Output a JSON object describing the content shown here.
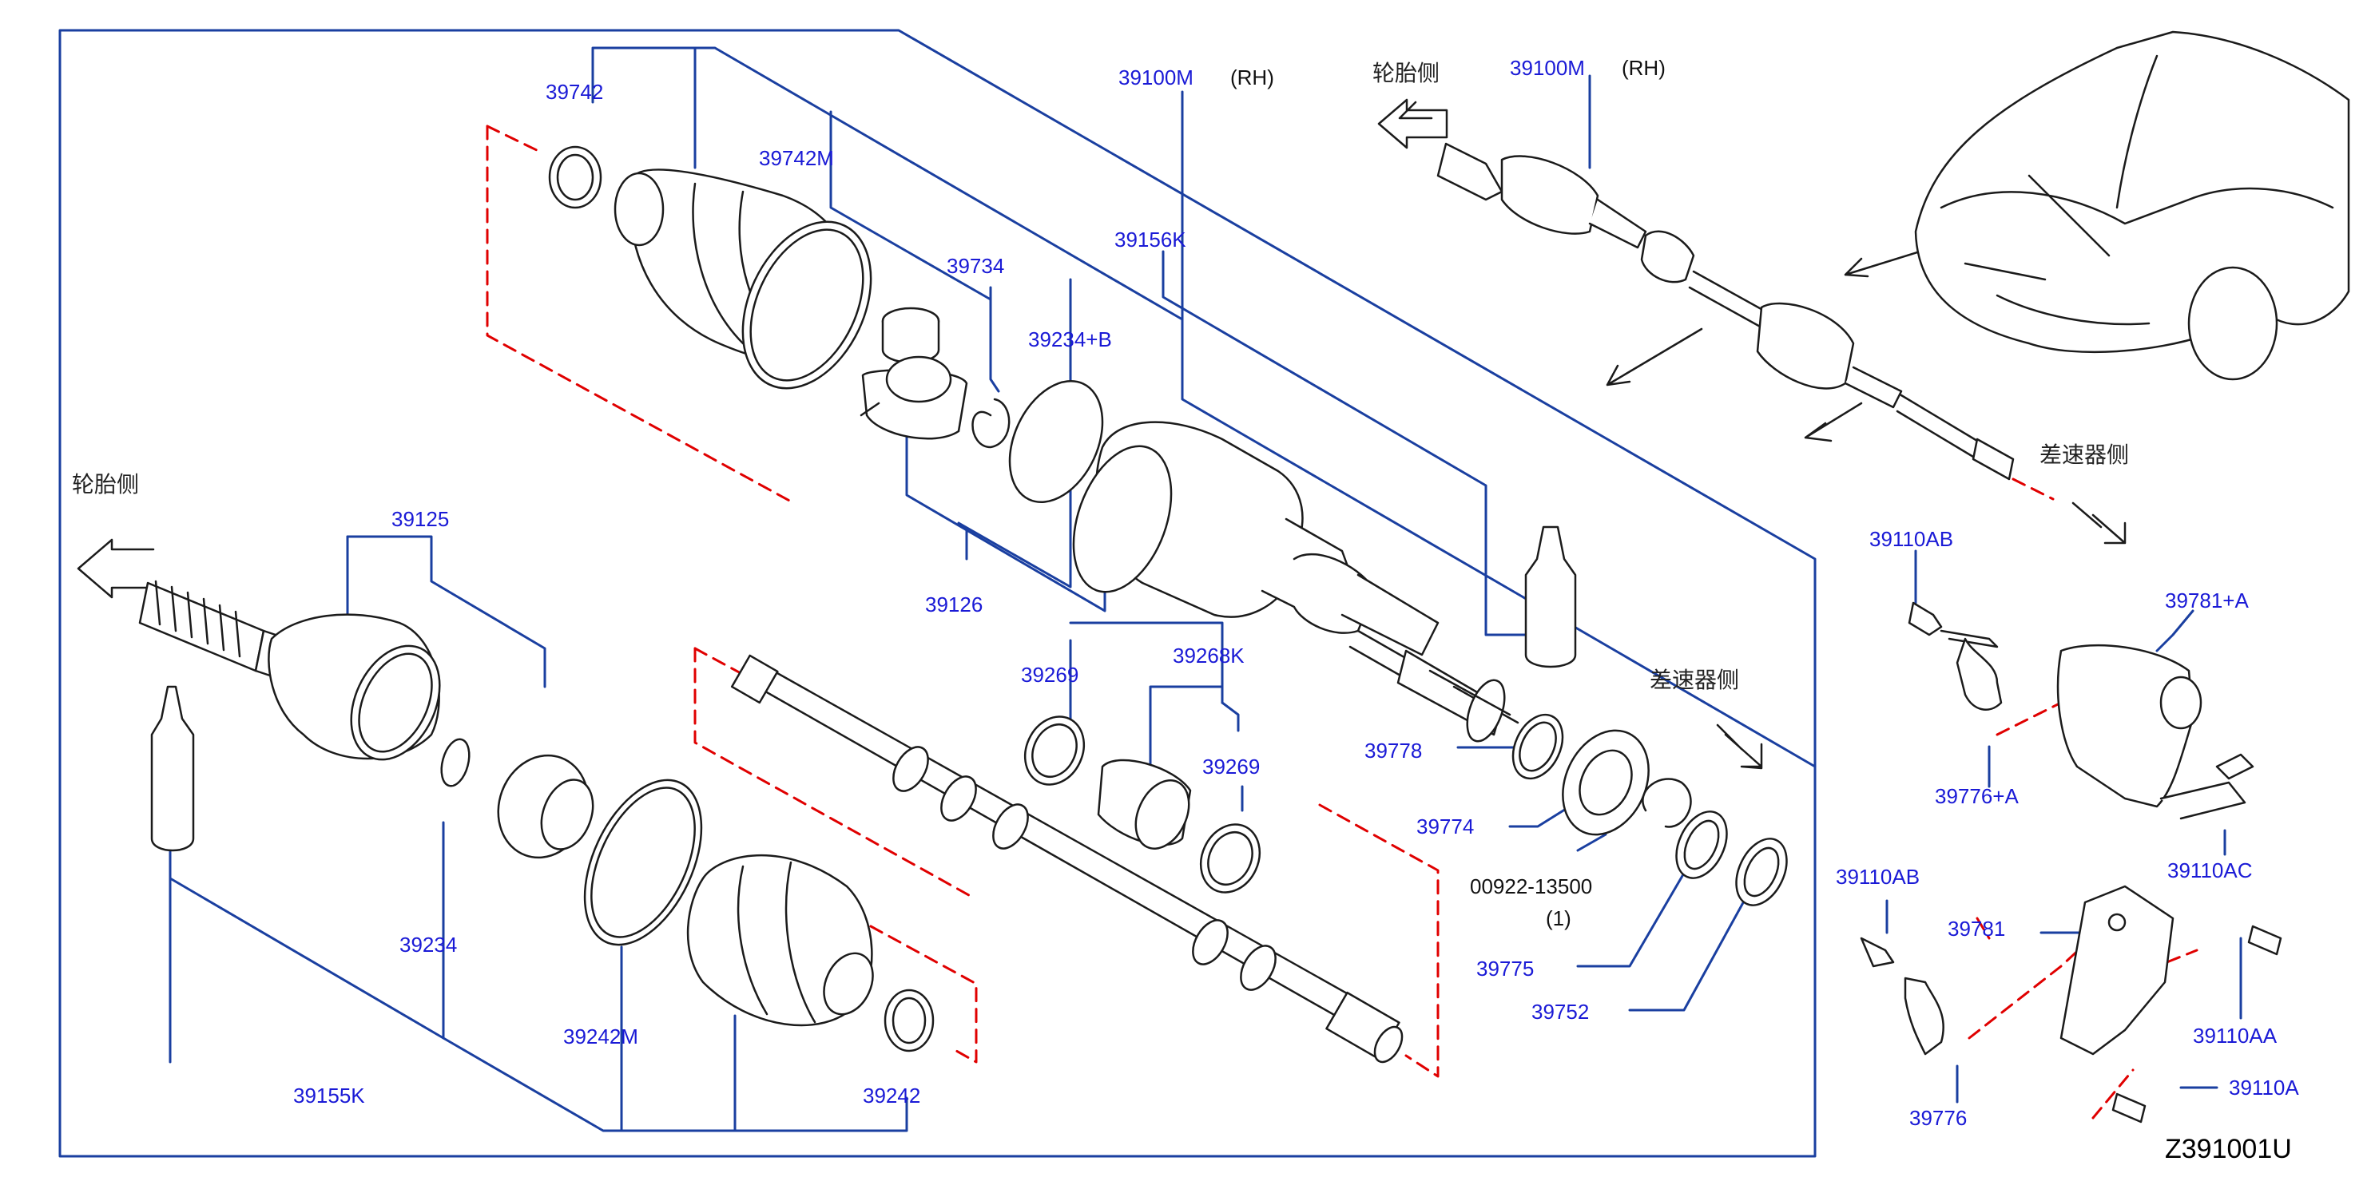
{
  "diagram": {
    "code": "Z391001U",
    "colors": {
      "leader": "#1a3fa0",
      "callout": "#1a1ad6",
      "dash": "#e00000",
      "ink": "#1b1b1b"
    },
    "labels": {
      "p39742": "39742",
      "p39742M": "39742M",
      "p39100M_a": "39100M",
      "rh_a": "(RH)",
      "p39734": "39734",
      "p39156K": "39156K",
      "p39234B": "39234+B",
      "p39125": "39125",
      "p39126": "39126",
      "p39269_a": "39269",
      "p39268K": "39268K",
      "p39269_b": "39269",
      "p39778": "39778",
      "p39774": "39774",
      "p00922": "00922-13500",
      "qty1": "(1)",
      "p39775": "39775",
      "p39752": "39752",
      "p39234": "39234",
      "p39242M": "39242M",
      "p39155K": "39155K",
      "p39242": "39242",
      "p39100M_b": "39100M",
      "rh_b": "(RH)",
      "p39110AB_a": "39110AB",
      "p39781A": "39781+A",
      "p39776A": "39776+A",
      "p39110AC": "39110AC",
      "p39110AB_b": "39110AB",
      "p39781": "39781",
      "p39110AA": "39110AA",
      "p39776": "39776",
      "p39110A": "39110A"
    },
    "notes": {
      "wheel_side_1": "轮胎侧",
      "wheel_side_2": "轮胎侧",
      "diff_side_1": "差速器侧",
      "diff_side_2": "差速器侧"
    }
  }
}
